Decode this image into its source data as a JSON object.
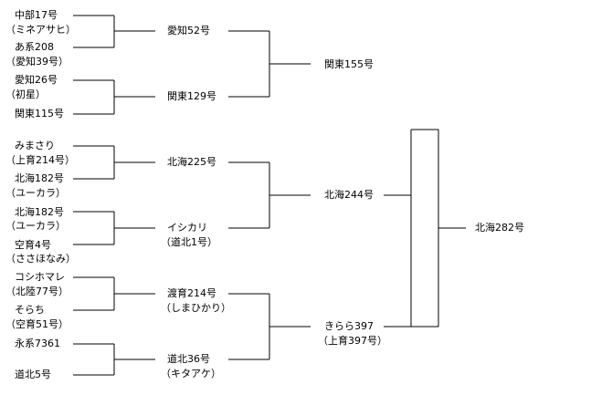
{
  "colors": {
    "line": "#000000",
    "text": "#000000",
    "background": "#ffffff"
  },
  "pedigree": {
    "gen0": [
      {
        "name": "中部17号",
        "alias": "（ミネアサヒ）"
      },
      {
        "name": "あ系208",
        "alias": "（愛知39号）"
      },
      {
        "name": "愛知26号",
        "alias": "（初星）"
      },
      {
        "name": "関東115号",
        "alias": ""
      },
      {
        "name": "みまさり",
        "alias": "（上育214号）"
      },
      {
        "name": "北海182号",
        "alias": "（ユーカラ）"
      },
      {
        "name": "北海182号",
        "alias": "（ユーカラ）"
      },
      {
        "name": "空育4号",
        "alias": "（ささほなみ）"
      },
      {
        "name": "コシホマレ",
        "alias": "（北陸77号）"
      },
      {
        "name": "そらち",
        "alias": "（空育51号）"
      },
      {
        "name": "永系7361",
        "alias": ""
      },
      {
        "name": "道北5号",
        "alias": ""
      }
    ],
    "gen1": [
      {
        "name": "愛知52号",
        "alias": ""
      },
      {
        "name": "関東129号",
        "alias": ""
      },
      {
        "name": "北海225号",
        "alias": ""
      },
      {
        "name": "イシカリ",
        "alias": "（道北1号）"
      },
      {
        "name": "渡育214号",
        "alias": "（しまひかり）"
      },
      {
        "name": "道北36号",
        "alias": "（キタアケ）"
      }
    ],
    "gen2": [
      {
        "name": "関東155号",
        "alias": ""
      },
      {
        "name": "北海244号",
        "alias": ""
      },
      {
        "name": "きらら397",
        "alias": "（上育397号）"
      }
    ],
    "root": {
      "name": "北海282号",
      "alias": ""
    }
  }
}
